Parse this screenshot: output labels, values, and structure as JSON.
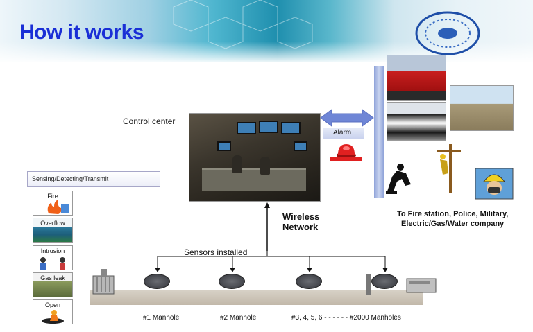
{
  "title": "How it works",
  "labels": {
    "control_center": "Control center",
    "alarm": "Alarm",
    "wireless_line1": "Wireless",
    "wireless_line2": "Network",
    "sensors_installed": "Sensors installed",
    "sensing_box": "Sensing/Detecting/Transmit",
    "destination_line1": "To Fire station, Police, Military,",
    "destination_line2": "Electric/Gas/Water company"
  },
  "sensor_types": [
    "Fire",
    "Overflow",
    "Intrusion",
    "Gas leak",
    "Open"
  ],
  "manholes": {
    "first": "#1 Manhole",
    "second": "#2 Manhole",
    "rest": "#3, 4, 5, 6 - - - - - - #2000 Manholes"
  },
  "colors": {
    "title": "#1a2fd6",
    "alarm_red": "#e02020",
    "arrow_blue": "#6f86d6"
  }
}
